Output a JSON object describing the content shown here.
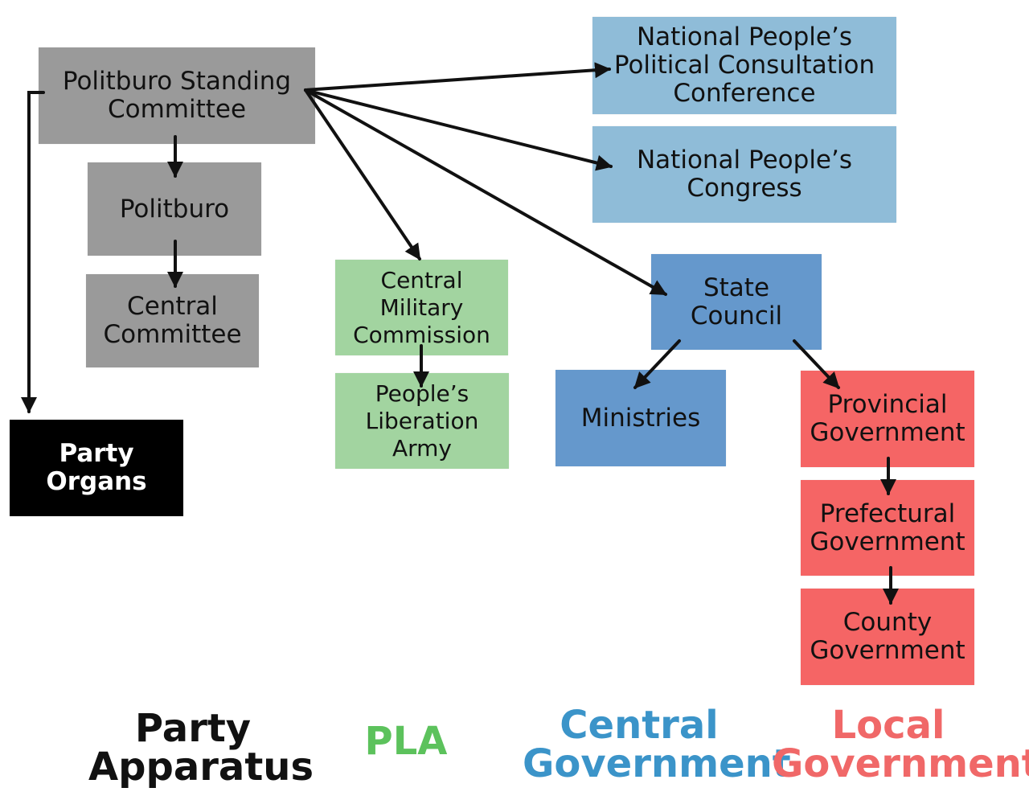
{
  "nodes": {
    "politburo_standing_committee": "Politburo Standing\nCommittee",
    "politburo": "Politburo",
    "central_committee": "Central\nCommittee",
    "party_organs": "Party\nOrgans",
    "central_military_commission": "Central\nMilitary\nCommission",
    "peoples_liberation_army": "People’s\nLiberation\nArmy",
    "nppcc": "National People’s\nPolitical Consultation\nConference",
    "npc": "National People’s\nCongress",
    "state_council": "State\nCouncil",
    "ministries": "Ministries",
    "provincial_government": "Provincial\nGovernment",
    "prefectural_government": "Prefectural\nGovernment",
    "county_government": "County\nGovernment"
  },
  "legend": {
    "party_apparatus": "Party\nApparatus",
    "pla": "PLA",
    "central_government": "Central\nGovernment",
    "local_government": "Local\nGovernment"
  },
  "colors": {
    "party": "#9a9a9a",
    "party_organs": "#000000",
    "pla": "#a2d4a0",
    "pla_text": "#5cc25c",
    "central_light": "#8fbcd8",
    "central_dark": "#6598cc",
    "central_text": "#3b94c9",
    "local": "#f56565",
    "local_text": "#f06868"
  }
}
